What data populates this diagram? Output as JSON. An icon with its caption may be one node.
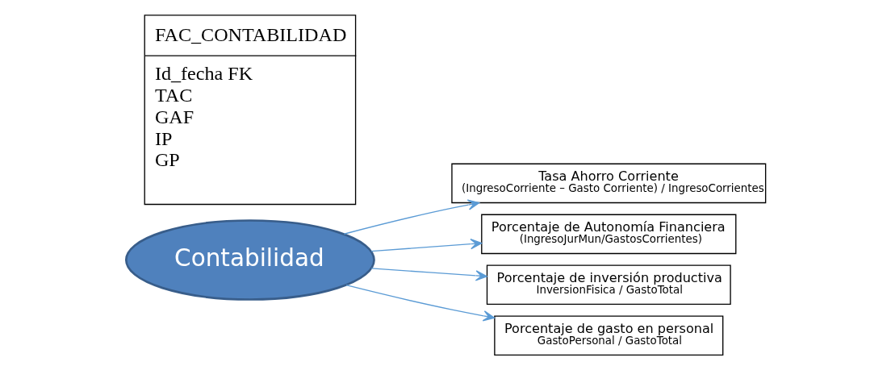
{
  "diagram": {
    "nodes": [
      {
        "text": [
          "Contabilidad"
        ]
      },
      {
        "text": [
          "Tasa Ahorro Corriente",
          "(IngresoCorriente – Gasto Corriente) / IngresoCorrientes"
        ]
      },
      {
        "text": [
          "Porcentaje de Autonomía Financiera",
          "(IngresoJurMun/GastosCorrientes)"
        ]
      },
      {
        "text": [
          "Porcentaje de inversión productiva",
          "InversionFisica / GastoTotal"
        ]
      },
      {
        "text": [
          "Porcentaje de gasto en personal",
          "GastoPersonal / GastoTotal"
        ]
      },
      {
        "text": [
          "FAC_CONTABILIDAD",
          "Id_fecha FK",
          "TAC",
          "GAF",
          "IP",
          "GP"
        ]
      }
    ],
    "edges": [
      {
        "from": 0,
        "to": 1,
        "arrow": "to"
      },
      {
        "from": 0,
        "to": 2,
        "arrow": "to"
      },
      {
        "from": 0,
        "to": 3,
        "arrow": "to"
      },
      {
        "from": 0,
        "to": 4,
        "arrow": "to"
      }
    ]
  }
}
